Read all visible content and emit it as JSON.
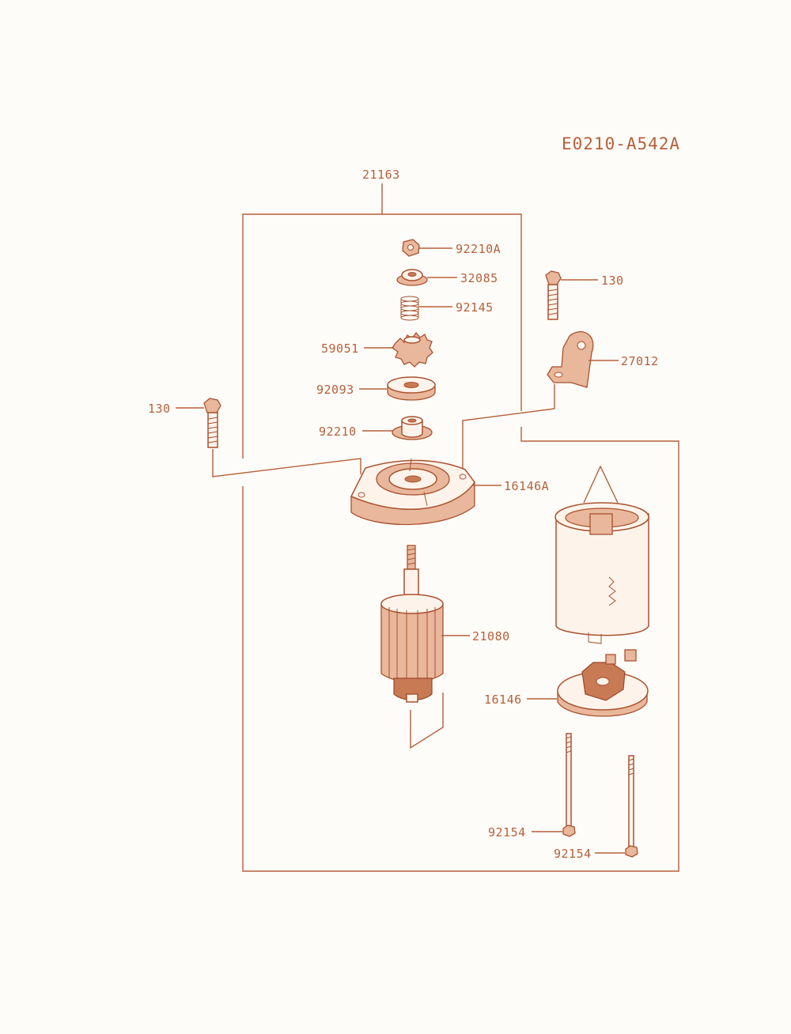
{
  "diagram": {
    "code": "E0210-A542A",
    "colors": {
      "ink": "#b5603a",
      "background": "#fefcf8"
    },
    "assembly": {
      "part_no": "21163"
    },
    "parts": [
      {
        "id": "nut",
        "part_no": "92210A"
      },
      {
        "id": "collar",
        "part_no": "32085"
      },
      {
        "id": "spring",
        "part_no": "92145"
      },
      {
        "id": "pinion-gear",
        "part_no": "59051"
      },
      {
        "id": "washer",
        "part_no": "92093"
      },
      {
        "id": "stop-collar",
        "part_no": "92210"
      },
      {
        "id": "bolt-right",
        "part_no": "130"
      },
      {
        "id": "bracket",
        "part_no": "27012"
      },
      {
        "id": "bolt-left",
        "part_no": "130"
      },
      {
        "id": "front-cover",
        "part_no": "16146A"
      },
      {
        "id": "armature",
        "part_no": "21080"
      },
      {
        "id": "rear-cover",
        "part_no": "16146"
      },
      {
        "id": "through-bolt-left",
        "part_no": "92154"
      },
      {
        "id": "through-bolt-right",
        "part_no": "92154"
      }
    ]
  }
}
